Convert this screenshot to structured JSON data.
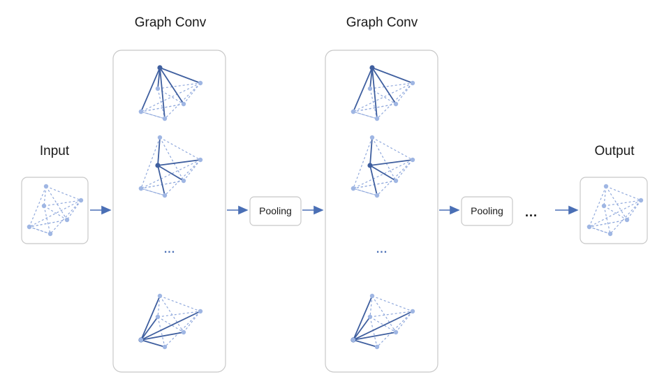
{
  "labels": {
    "graph_conv_1": "Graph Conv",
    "graph_conv_2": "Graph Conv",
    "input": "Input",
    "output": "Output",
    "pooling_1": "Pooling",
    "pooling_2": "Pooling",
    "ellipsis_panel_1": "...",
    "ellipsis_panel_2": "...",
    "ellipsis_flow": "..."
  },
  "colors": {
    "edge_dashed": "#8fa8dc",
    "edge_solid": "#3f5f9f",
    "node": "#9fb6e3",
    "node_highlight": "#3f5f9f",
    "arrow": "#4a6fb5",
    "panel_border": "#c8c8c8"
  },
  "graph": {
    "nodes": [
      "a",
      "b",
      "c",
      "d",
      "e",
      "f",
      "g"
    ],
    "edges": [
      [
        "a",
        "c"
      ],
      [
        "a",
        "b"
      ],
      [
        "a",
        "d"
      ],
      [
        "a",
        "e"
      ],
      [
        "b",
        "c"
      ],
      [
        "b",
        "d"
      ],
      [
        "b",
        "f"
      ],
      [
        "c",
        "d"
      ],
      [
        "c",
        "e"
      ],
      [
        "c",
        "f"
      ],
      [
        "d",
        "e"
      ],
      [
        "d",
        "g"
      ],
      [
        "f",
        "g"
      ],
      [
        "e",
        "f"
      ]
    ]
  },
  "conv_highlights": [
    {
      "center": "a",
      "edges": [
        [
          "a",
          "c"
        ],
        [
          "a",
          "b"
        ],
        [
          "a",
          "d"
        ],
        [
          "a",
          "e"
        ],
        [
          "a",
          "f"
        ]
      ]
    },
    {
      "center": "b",
      "edges": [
        [
          "b",
          "a"
        ],
        [
          "b",
          "c"
        ],
        [
          "b",
          "d"
        ],
        [
          "b",
          "f"
        ]
      ]
    },
    {
      "center": "e",
      "edges": [
        [
          "e",
          "a"
        ],
        [
          "e",
          "b"
        ],
        [
          "e",
          "c"
        ],
        [
          "e",
          "d"
        ],
        [
          "e",
          "f"
        ]
      ]
    }
  ]
}
